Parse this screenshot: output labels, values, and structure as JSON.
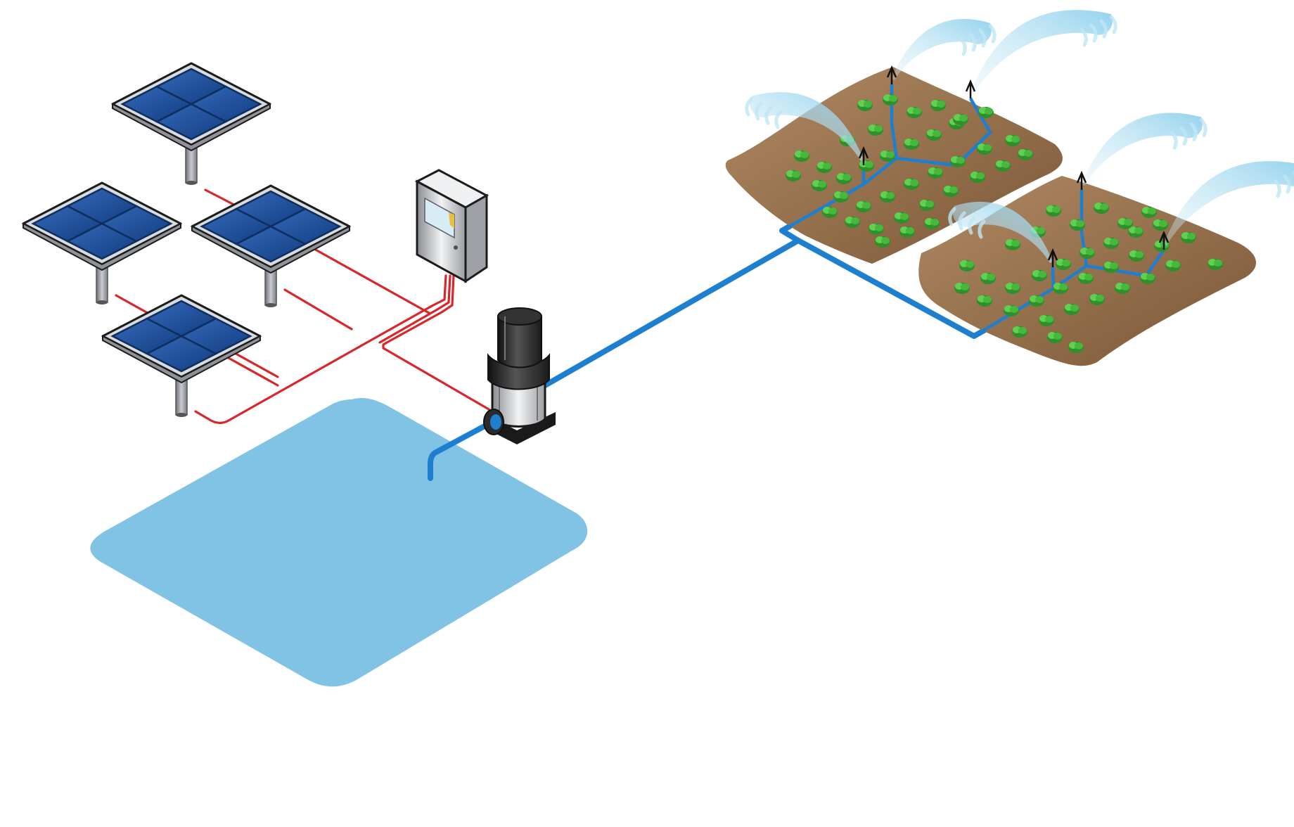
{
  "diagram": {
    "caption": "",
    "nodes": [
      {
        "id": "solar-array",
        "kind": "solar panels",
        "count": 4
      },
      {
        "id": "controller",
        "kind": "control cabinet"
      },
      {
        "id": "pump",
        "kind": "vertical pump"
      },
      {
        "id": "reservoir",
        "kind": "water pond"
      },
      {
        "id": "field-north",
        "kind": "crop field",
        "sprinklers": 3
      },
      {
        "id": "field-south",
        "kind": "crop field",
        "sprinklers": 3
      }
    ],
    "edges": [
      {
        "from": "solar-array",
        "to": "controller",
        "kind": "power cable"
      },
      {
        "from": "controller",
        "to": "pump",
        "kind": "power cable"
      },
      {
        "from": "reservoir",
        "to": "pump",
        "kind": "water pipe"
      },
      {
        "from": "pump",
        "to": "field-north",
        "kind": "water pipe"
      },
      {
        "from": "pump",
        "to": "field-south",
        "kind": "water pipe"
      }
    ]
  },
  "colors": {
    "background": "#ffffff",
    "panel": "#1e4f9c",
    "panel_frame": "#d9dcdf",
    "cable": "#d8262b",
    "pipe": "#1f7fcf",
    "water": "#80c3e5",
    "soil": "#9b7350",
    "plant": "#45b53a",
    "spray": "#a9dcef",
    "pump_body": "#2b2b2b"
  }
}
